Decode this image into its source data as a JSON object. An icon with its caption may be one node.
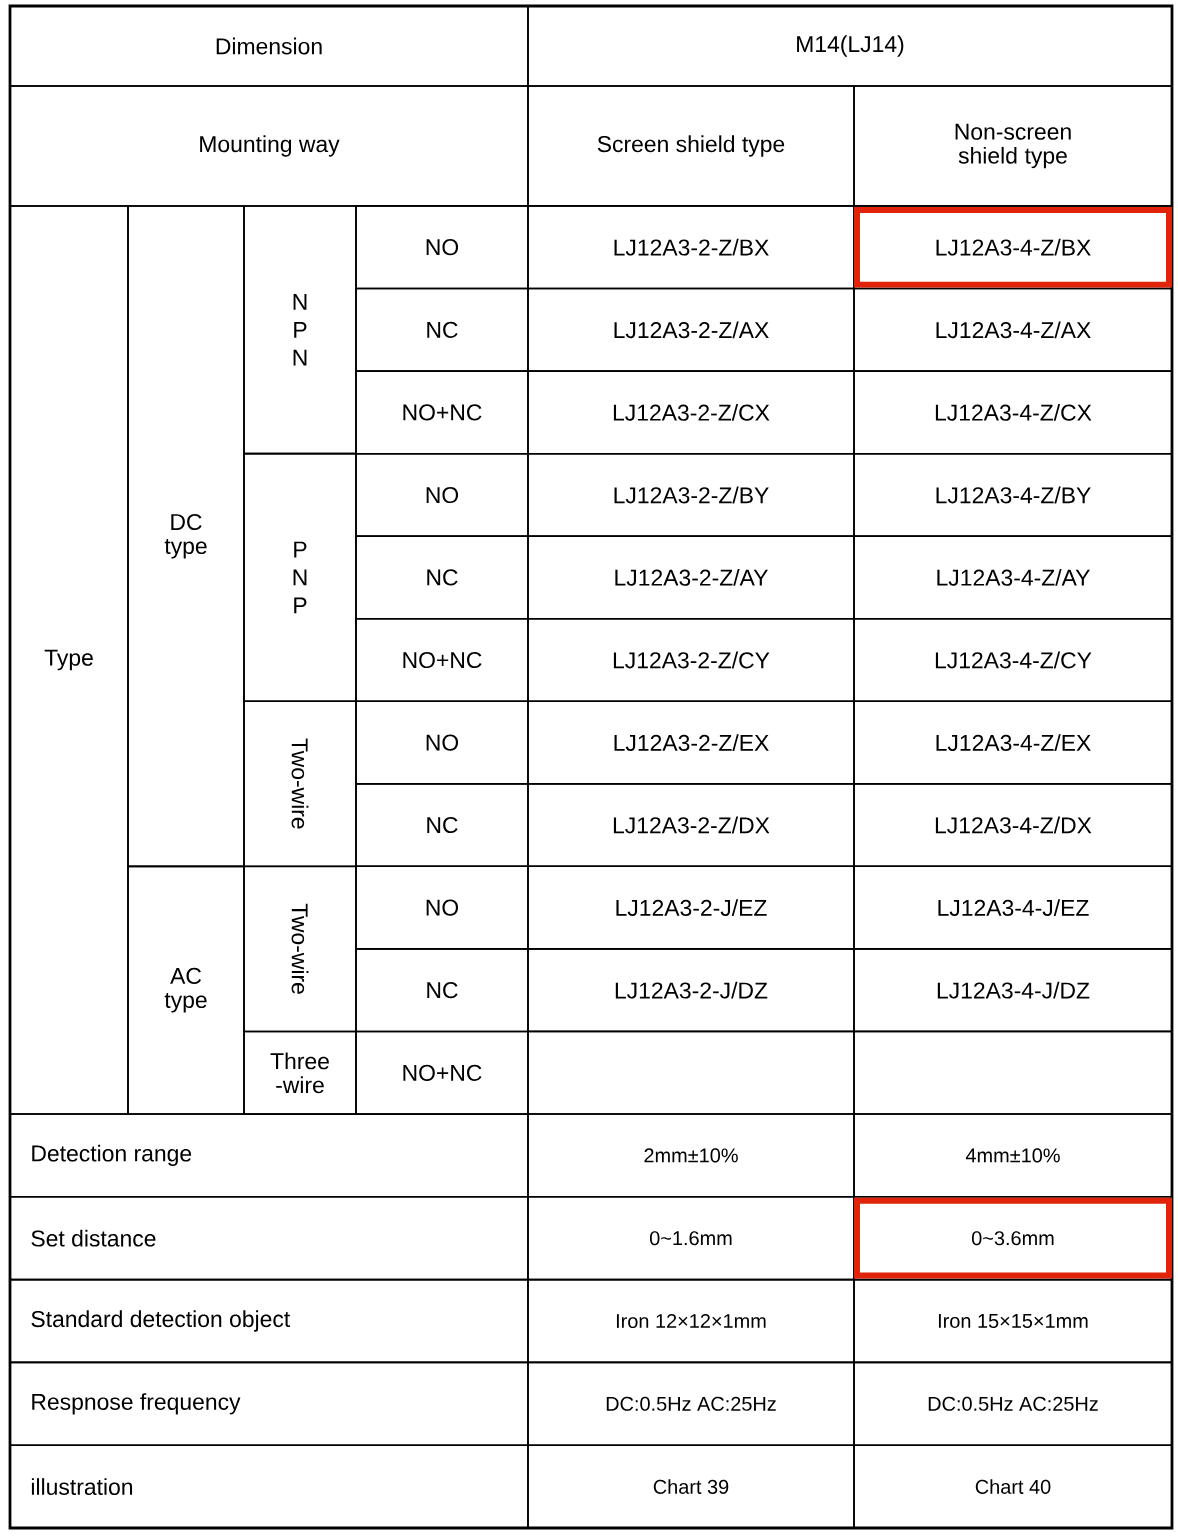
{
  "diagram": {
    "labels": [
      "Dimension",
      "M14(LJ14)",
      "Mounting way",
      "Screen shield type",
      "Non-screen shield type",
      "Type",
      "DC type",
      "NPN",
      "NO",
      "LJ12A3-2-Z/BX",
      "LJ12A3-4-Z/BX",
      "NC",
      "LJ12A3-2-Z/AX",
      "LJ12A3-4-Z/AX",
      "NO+NC",
      "LJ12A3-2-Z/CX",
      "LJ12A3-4-Z/CX",
      "PNP",
      "NO",
      "LJ12A3-2-Z/BY",
      "LJ12A3-4-Z/BY",
      "NC",
      "LJ12A3-2-Z/AY",
      "LJ12A3-4-Z/AY",
      "NO+NC",
      "LJ12A3-2-Z/CY",
      "LJ12A3-4-Z/CY",
      "Two-wire",
      "NO",
      "LJ12A3-2-Z/EX",
      "LJ12A3-4-Z/EX",
      "NC",
      "LJ12A3-2-Z/DX",
      "LJ12A3-4-Z/DX",
      "AC type",
      "Two-wire",
      "NO",
      "LJ12A3-2-J/EZ",
      "LJ12A3-4-J/EZ",
      "NC",
      "LJ12A3-2-J/DZ",
      "LJ12A3-4-J/DZ",
      "Three -wire",
      "NO+NC",
      "Detection range",
      "2mm±10%",
      "4mm±10%",
      "Set distance",
      "0~1.6mm",
      "0~3.6mm",
      "Standard detection object",
      "Iron 12×12×1mm",
      "Iron 15×15×1mm",
      "Respnose frequency",
      "DC:0.5Hz AC:25Hz",
      "DC:0.5Hz AC:25Hz",
      "illustration",
      "Chart 39",
      "Chart 40"
    ]
  }
}
